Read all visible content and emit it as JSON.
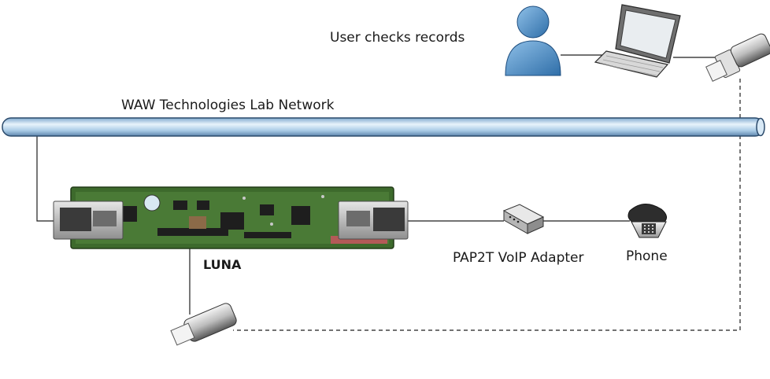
{
  "labels": {
    "user_action": "User checks records",
    "network": "WAW Technologies Lab Network",
    "device": "LUNA",
    "adapter": "PAP2T VoIP Adapter",
    "phone": "Phone"
  },
  "icons": {
    "user": "user-icon",
    "laptop": "laptop-icon",
    "usb_top": "usb-drive-icon",
    "usb_bottom": "usb-drive-icon",
    "board": "circuit-board-icon",
    "adapter": "voip-adapter-icon",
    "phone": "telephone-icon"
  },
  "colors": {
    "network_pipe": "#a9cbe6",
    "user_body": "#4a89c4",
    "board_green": "#3d6a2c",
    "connector_line": "#1f1f1f"
  }
}
